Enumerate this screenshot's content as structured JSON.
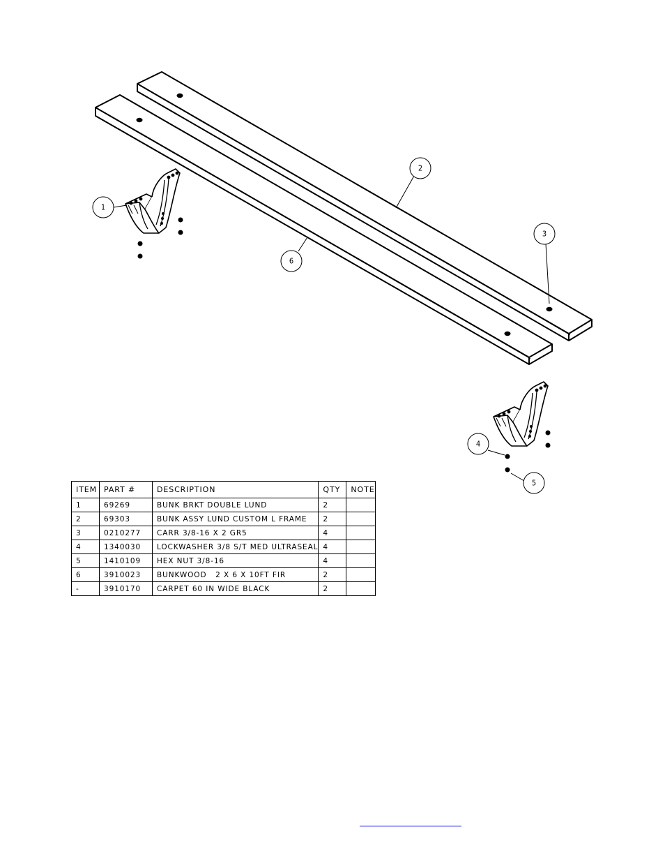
{
  "balloons": [
    {
      "id": "1",
      "label": "1"
    },
    {
      "id": "2",
      "label": "2"
    },
    {
      "id": "3",
      "label": "3"
    },
    {
      "id": "4",
      "label": "4"
    },
    {
      "id": "5",
      "label": "5"
    },
    {
      "id": "6",
      "label": "6"
    }
  ],
  "bom": {
    "headers": {
      "item": "ITEM",
      "part": "PART #",
      "description": "DESCRIPTION",
      "qty": "QTY",
      "note": "NOTE"
    },
    "rows": [
      {
        "item": "1",
        "part": "69269",
        "description": "BUNK BRKT DOUBLE LUND",
        "qty": "2",
        "note": ""
      },
      {
        "item": "2",
        "part": "69303",
        "description": "BUNK ASSY LUND CUSTOM L FRAME",
        "qty": "2",
        "note": ""
      },
      {
        "item": "3",
        "part": "0210277",
        "description": "CARR 3/8-16 X 2 GR5",
        "qty": "4",
        "note": ""
      },
      {
        "item": "4",
        "part": "1340030",
        "description": "LOCKWASHER 3/8 S/T MED ULTRASEAL",
        "qty": "4",
        "note": ""
      },
      {
        "item": "5",
        "part": "1410109",
        "description": "HEX NUT 3/8-16",
        "qty": "4",
        "note": ""
      },
      {
        "item": "6",
        "part": "3910023",
        "description": "BUNKWOOD   2 X 6 X 10FT FIR",
        "qty": "2",
        "note": ""
      },
      {
        "item": "-",
        "part": "3910170",
        "description": "CARPET 60 IN WIDE BLACK",
        "qty": "2",
        "note": ""
      }
    ]
  }
}
